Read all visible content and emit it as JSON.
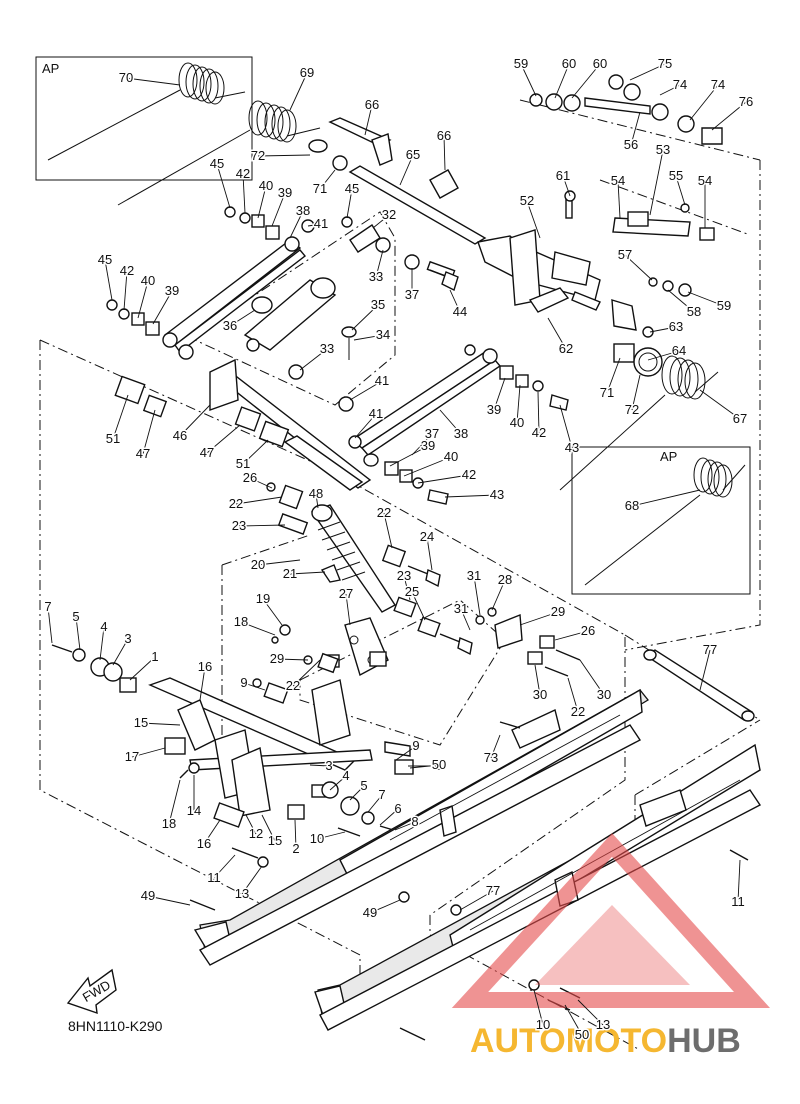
{
  "figure_code": "8HN1110-K290",
  "fwd_label": "FWD",
  "ap_labels": [
    "AP",
    "AP"
  ],
  "watermark": {
    "part1": "AUTO",
    "part2": "MOTO",
    "part3": "HUB",
    "color_orange": "#f5b731",
    "color_grey": "#6d6d6d",
    "color_red": "#e44b4b"
  },
  "callouts": [
    "70",
    "69",
    "66",
    "66",
    "65",
    "72",
    "71",
    "45",
    "42",
    "40",
    "39",
    "38",
    "41",
    "32",
    "45",
    "33",
    "37",
    "44",
    "45",
    "42",
    "40",
    "39",
    "36",
    "35",
    "34",
    "33",
    "41",
    "51",
    "47",
    "46",
    "47",
    "51",
    "41",
    "38",
    "39",
    "40",
    "42",
    "43",
    "37",
    "26",
    "22",
    "48",
    "23",
    "39",
    "40",
    "42",
    "43",
    "59",
    "60",
    "60",
    "75",
    "74",
    "74",
    "76",
    "56",
    "53",
    "54",
    "55",
    "54",
    "61",
    "52",
    "57",
    "58",
    "59",
    "63",
    "62",
    "64",
    "71",
    "72",
    "67",
    "68",
    "22",
    "24",
    "20",
    "21",
    "23",
    "19",
    "18",
    "27",
    "22",
    "25",
    "31",
    "31",
    "28",
    "29",
    "26",
    "29",
    "30",
    "30",
    "22",
    "9",
    "6",
    "7",
    "5",
    "4",
    "3",
    "1",
    "16",
    "15",
    "17",
    "18",
    "14",
    "16",
    "12",
    "15",
    "2",
    "3",
    "4",
    "5",
    "7",
    "6",
    "8",
    "9",
    "50",
    "10",
    "11",
    "13",
    "49",
    "49",
    "77",
    "73",
    "77",
    "11",
    "10",
    "50",
    "13"
  ]
}
